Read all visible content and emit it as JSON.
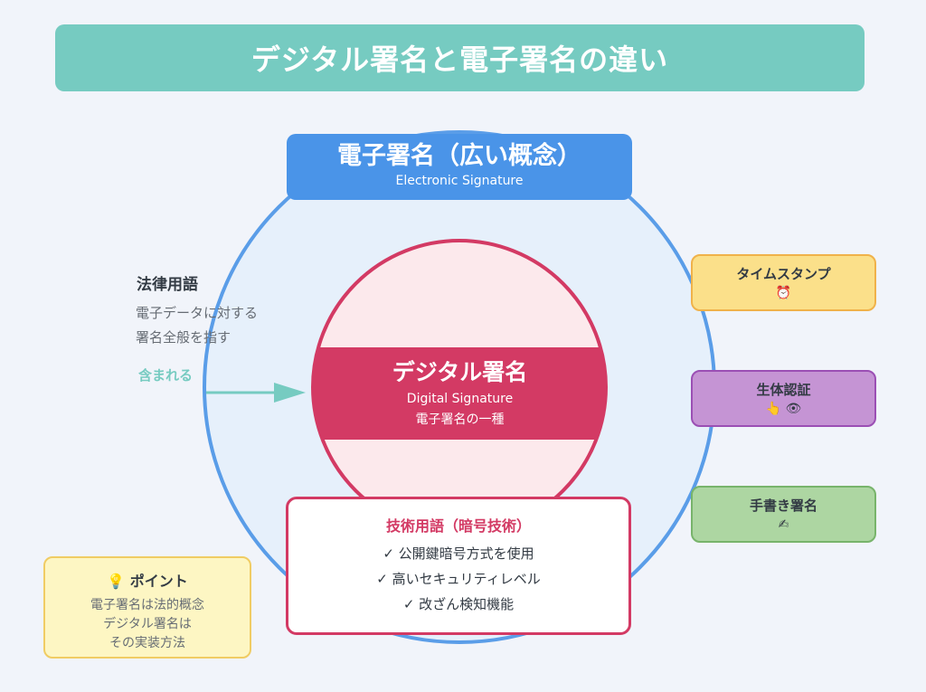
{
  "title": "デジタル署名と電子署名の違い",
  "electronic_signature": {
    "title": "電子署名（広い概念）",
    "subtitle": "Electronic Signature"
  },
  "legal": {
    "heading": "法律用語",
    "lines": [
      "電子データに対する",
      "署名全般を指す"
    ]
  },
  "arrow_label": "含まれる",
  "digital_signature": {
    "title": "デジタル署名",
    "subtitle": "Digital Signature",
    "note": "電子署名の一種"
  },
  "technical": {
    "heading": "技術用語（暗号技術）",
    "items": [
      "✓ 公開鍵暗号方式を使用",
      "✓ 高いセキュリティレベル",
      "✓ 改ざん検知機能"
    ]
  },
  "side_items": [
    {
      "label": "タイムスタンプ",
      "icon": "⏰",
      "icon_name": "alarm-clock-icon",
      "color": "#fbe08a"
    },
    {
      "label": "生体認証",
      "icon": "👆 👁",
      "icon_name": "fingerprint-eye-icon",
      "color": "#c594d4"
    },
    {
      "label": "手書き署名",
      "icon": "✍",
      "icon_name": "writing-hand-icon",
      "color": "#add6a2"
    }
  ],
  "point": {
    "icon": "💡",
    "heading": "ポイント",
    "lines": [
      "電子署名は法的概念",
      "デジタル署名は",
      "その実装方法"
    ]
  },
  "colors": {
    "title_bg": "#76cbc1",
    "electronic_blue": "#4a94e8",
    "digital_red": "#d33a64",
    "outer_fill": "#e6f0fb",
    "inner_fill": "#fce9ec"
  }
}
